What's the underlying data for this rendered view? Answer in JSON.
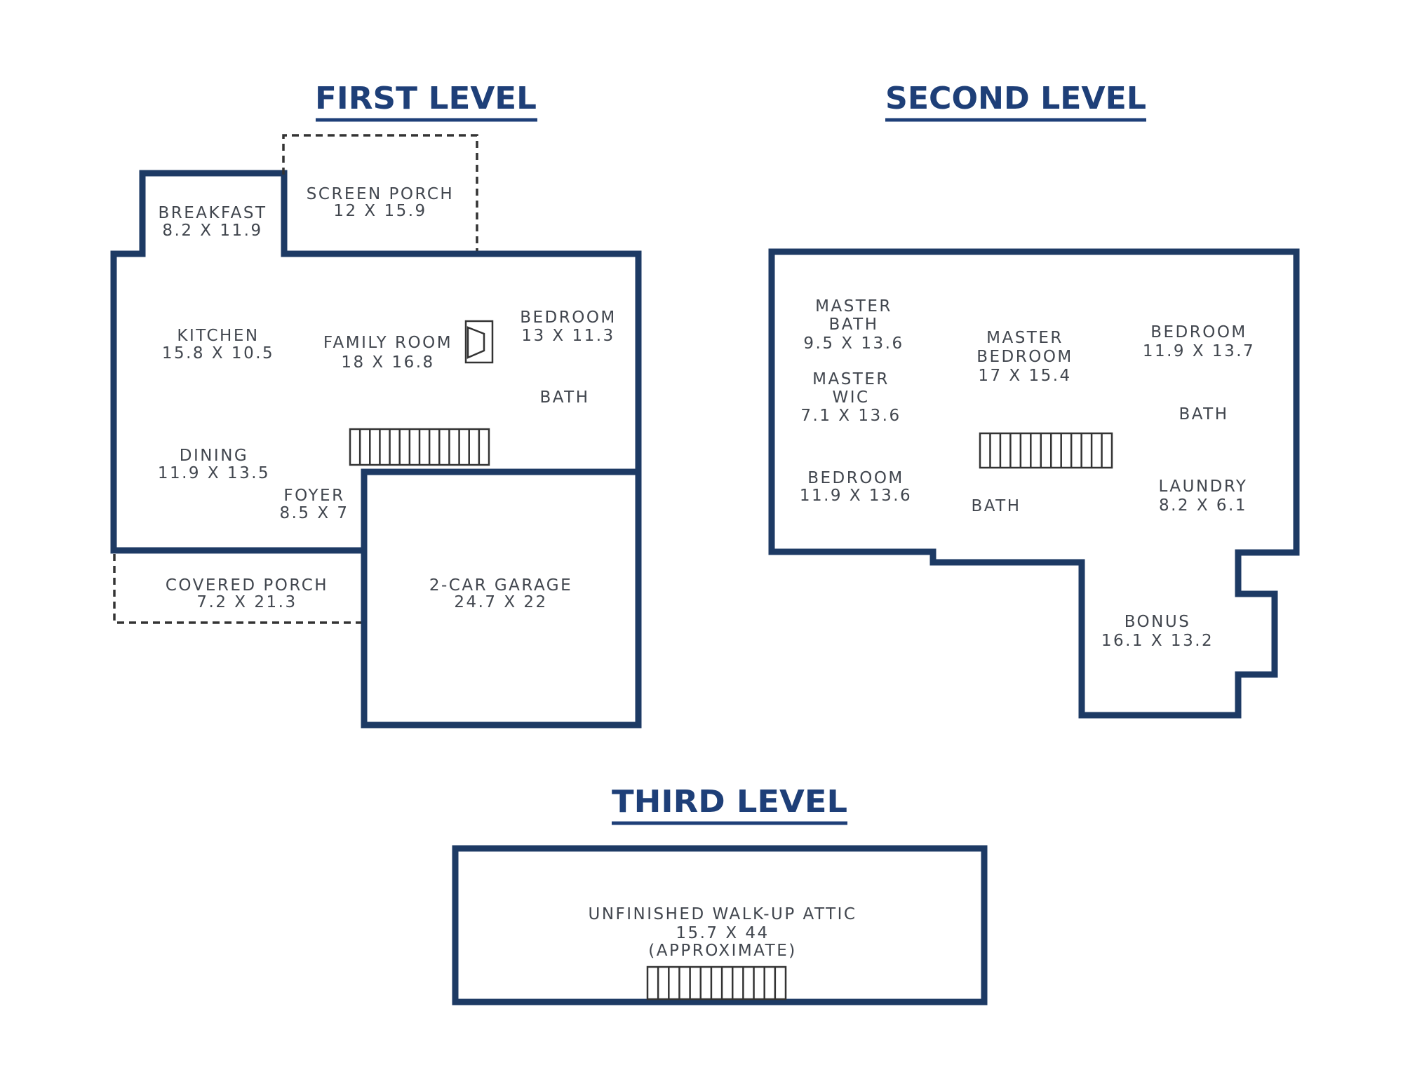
{
  "colors": {
    "wall": "#1d3a64",
    "title": "#1e3f78",
    "label": "#41464e",
    "line": "#333333",
    "background": "#ffffff"
  },
  "icons": {
    "stairs": "hatched-rectangle-stair-run",
    "door": "open-door-swing"
  },
  "levels": [
    {
      "id": "first",
      "title": "FIRST LEVEL",
      "rooms": [
        {
          "id": "breakfast",
          "lines": [
            "BREAKFAST",
            "8.2 X 11.9"
          ]
        },
        {
          "id": "screen-porch",
          "lines": [
            "SCREEN PORCH",
            "12 X 15.9"
          ]
        },
        {
          "id": "kitchen",
          "lines": [
            "KITCHEN",
            "15.8 X 10.5"
          ]
        },
        {
          "id": "family-room",
          "lines": [
            "FAMILY ROOM",
            "18 X 16.8"
          ]
        },
        {
          "id": "bedroom",
          "lines": [
            "BEDROOM",
            "13 X 11.3"
          ]
        },
        {
          "id": "bath",
          "lines": [
            "BATH"
          ]
        },
        {
          "id": "dining",
          "lines": [
            "DINING",
            "11.9 X 13.5"
          ]
        },
        {
          "id": "foyer",
          "lines": [
            "FOYER",
            "8.5 X 7"
          ]
        },
        {
          "id": "covered-porch",
          "lines": [
            "COVERED PORCH",
            "7.2 X 21.3"
          ]
        },
        {
          "id": "garage",
          "lines": [
            "2-CAR GARAGE",
            "24.7 X 22"
          ]
        }
      ]
    },
    {
      "id": "second",
      "title": "SECOND LEVEL",
      "rooms": [
        {
          "id": "master-bath",
          "lines": [
            "MASTER",
            "BATH",
            "9.5 X 13.6"
          ]
        },
        {
          "id": "master-bedroom",
          "lines": [
            "MASTER",
            "BEDROOM",
            "17 X 15.4"
          ]
        },
        {
          "id": "bedroom-right",
          "lines": [
            "BEDROOM",
            "11.9 X 13.7"
          ]
        },
        {
          "id": "master-wic",
          "lines": [
            "MASTER",
            "WIC",
            "7.1 X 13.6"
          ]
        },
        {
          "id": "bath-right",
          "lines": [
            "BATH"
          ]
        },
        {
          "id": "bedroom-left",
          "lines": [
            "BEDROOM",
            "11.9 X 13.6"
          ]
        },
        {
          "id": "bath-center",
          "lines": [
            "BATH"
          ]
        },
        {
          "id": "laundry",
          "lines": [
            "LAUNDRY",
            "8.2 X 6.1"
          ]
        },
        {
          "id": "bonus",
          "lines": [
            "BONUS",
            "16.1 X 13.2"
          ]
        }
      ]
    },
    {
      "id": "third",
      "title": "THIRD LEVEL",
      "rooms": [
        {
          "id": "attic",
          "lines": [
            "UNFINISHED WALK-UP ATTIC",
            "15.7 X 44",
            "(APPROXIMATE)"
          ]
        }
      ]
    }
  ]
}
